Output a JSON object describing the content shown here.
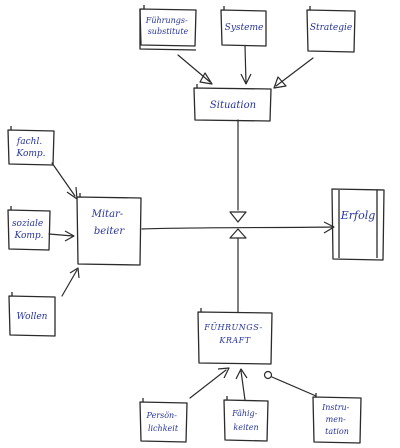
{
  "nodes": {
    "fuehrungssubstitute": [
      "Führungs-",
      "substitute"
    ],
    "systeme": [
      "Systeme"
    ],
    "strategie": [
      "Strategie"
    ],
    "situation": [
      "Situation"
    ],
    "fachl_komp": [
      "fachl.",
      "Komp."
    ],
    "soziale_komp": [
      "soziale",
      "Komp."
    ],
    "wollen": [
      "Wollen"
    ],
    "mitarbeiter": [
      "Mitar-",
      "beiter"
    ],
    "erfolg": [
      "Erfolg"
    ],
    "fuehrungskraft": [
      "FÜHRUNGS-",
      "KRAFT"
    ],
    "persoenlichkeit": [
      "Persön-",
      "lichkeit"
    ],
    "faehigkeiten": [
      "Fähig-",
      "keiten"
    ],
    "instrumentation": [
      "Instru-",
      "men-",
      "tation"
    ]
  }
}
